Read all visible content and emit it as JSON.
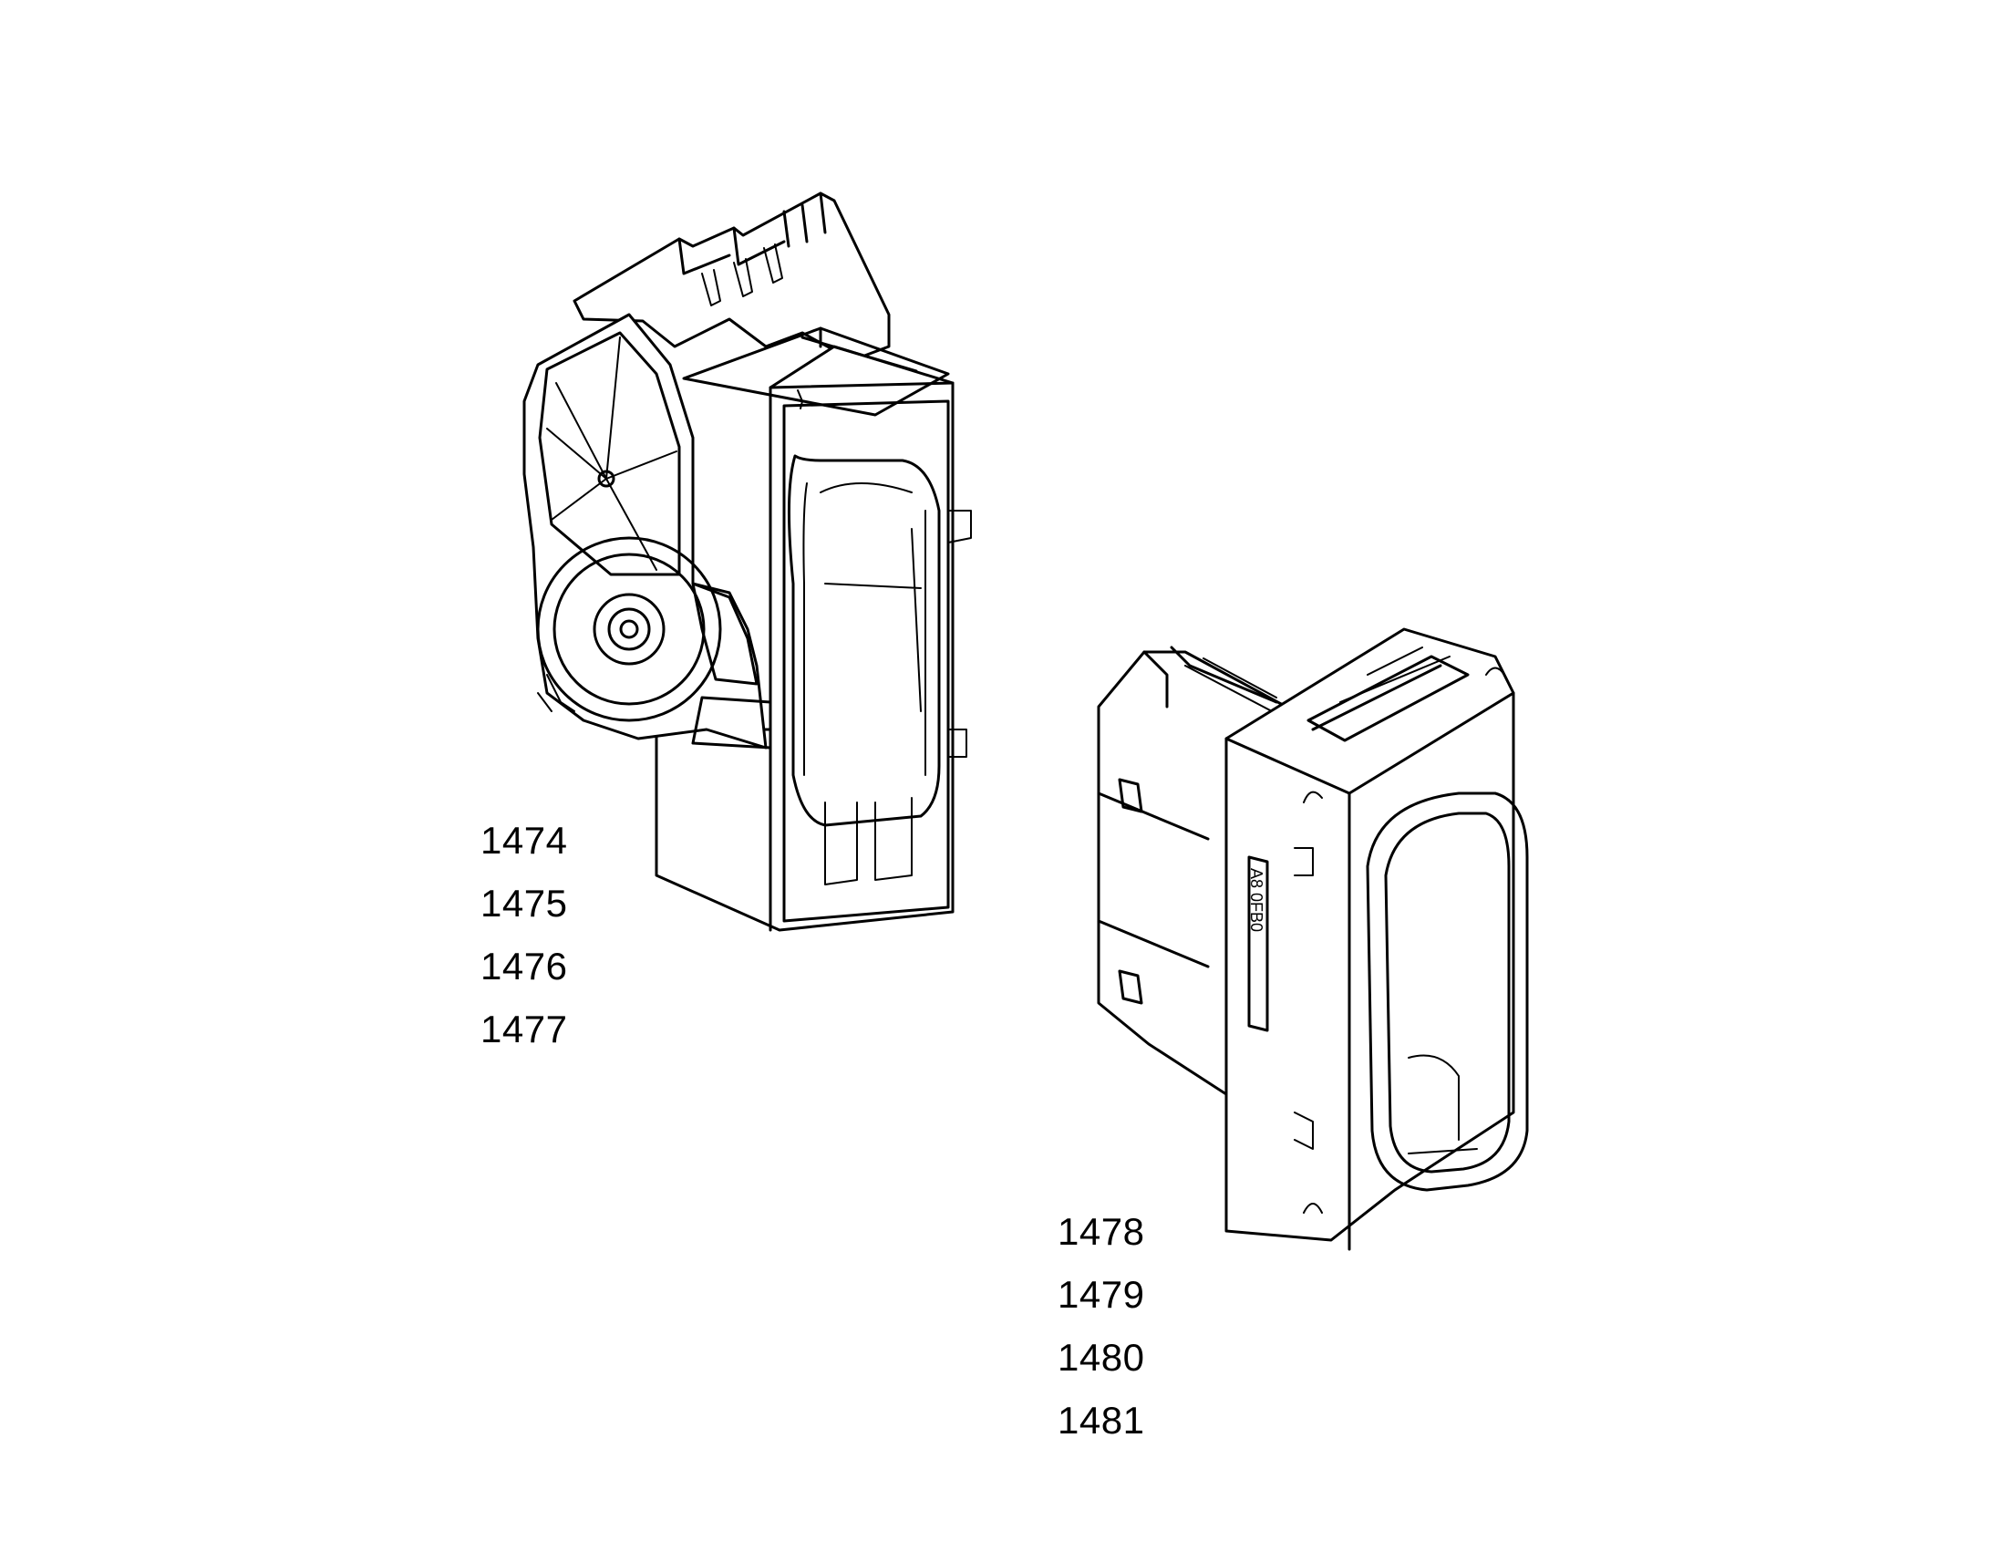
{
  "labels": {
    "left_group": [
      "1474",
      "1475",
      "1476",
      "1477"
    ],
    "right_group": [
      "1478",
      "1479",
      "1480",
      "1481"
    ]
  },
  "parts": {
    "left_part_icon": "connector-housing-with-cable-reel",
    "right_part_icon": "connector-housing-with-oval-frame",
    "housing_marking": "A8 0FB0"
  }
}
